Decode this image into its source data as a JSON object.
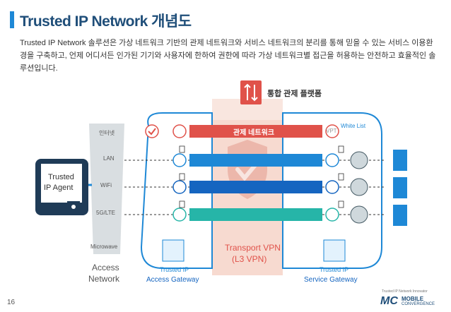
{
  "title": "Trusted IP Network 개념도",
  "description": "Trusted IP Network 솔루션은 가상 네트워크 기반의 관제 네트워크와 서비스 네트워크의 분리를 통해 믿을 수 있는 서비스 이용환경을 구축하고, 언제 어디서든 인가된 기기와 사용자에 한하여 권한에 따라 가상 네트워크별 접근을 허용하는 안전하고 효율적인 솔루션입니다.",
  "agent_label_line1": "Trusted",
  "agent_label_line2": "IP Agent",
  "access_network": {
    "items": [
      "인터넷",
      "LAN",
      "WiFi",
      "5G/LTE",
      "Microwave"
    ],
    "label_line1": "Access",
    "label_line2": "Network"
  },
  "control_platform_label": "통합 관제 플랫폼",
  "control_network_label": "관제 네트워크",
  "vpt_label": "VPT",
  "white_list_label": "White List",
  "transport_vpn_line1": "Transport VPN",
  "transport_vpn_line2": "(L3 VPN)",
  "access_gateway_line1": "Trusted IP",
  "access_gateway_line2": "Access Gateway",
  "service_gateway_line1": "Trusted IP",
  "service_gateway_line2": "Service Gateway",
  "page_number": "16",
  "logo_text_main": "MC",
  "logo_text_line1": "MOBILE",
  "logo_text_line2": "CONVERGENCE",
  "logo_tagline": "Trusted IP Network Innovator",
  "colors": {
    "title_blue": "#1f4e79",
    "accent_blue": "#1e88d6",
    "dark_blue": "#1565c0",
    "teal": "#26b5a8",
    "red": "#e0524a",
    "light_red": "#f3c9bd",
    "gray_tower": "#9ea7ad"
  }
}
